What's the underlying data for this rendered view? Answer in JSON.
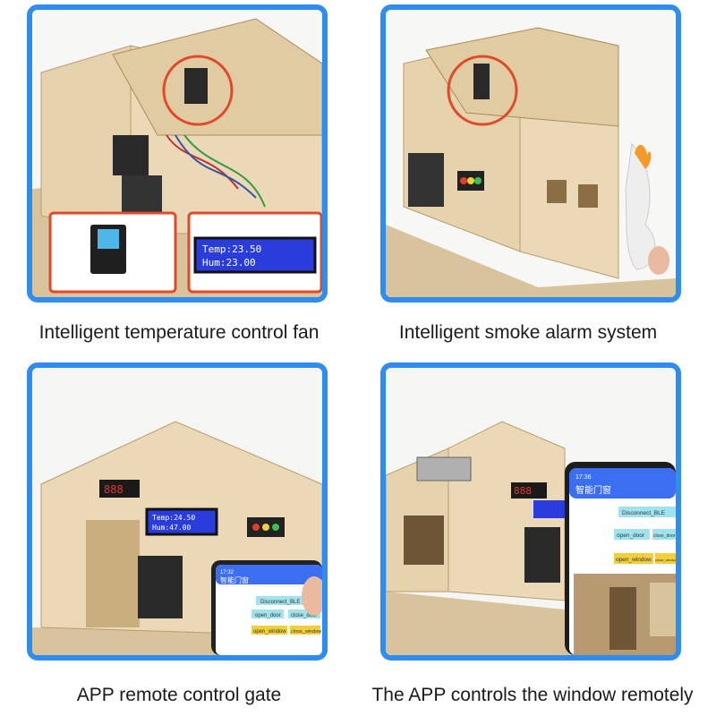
{
  "panels": [
    {
      "caption": "Intelligent temperature control fan",
      "lcd_line1": "Temp:23.50",
      "lcd_line2": "Hum:23.00"
    },
    {
      "caption": "Intelligent smoke alarm system"
    },
    {
      "caption": "APP remote control gate",
      "lcd_line1": "Temp:24.50",
      "lcd_line2": "Hum:47.00",
      "phone_time": "17:32",
      "app_title": "智能门窗",
      "btn_disconnect": "Disconnect_BLE",
      "btn_open_door": "open_door",
      "btn_close_door": "close_door",
      "btn_open_window": "open_window",
      "btn_close_window": "close_window"
    },
    {
      "caption": "The APP controls the window remotely",
      "phone_time": "17:36",
      "app_title": "智能门窗",
      "btn_disconnect": "Disconnect_BLE",
      "btn_open_door": "open_door",
      "btn_close_door": "close_door",
      "btn_open_window": "open_window",
      "btn_close_window": "close_window"
    }
  ],
  "colors": {
    "frame_blue": "#2f8df0",
    "highlight_red": "#e04a2a",
    "plywood": "#e6d2ad",
    "lcd_blue": "#2a3ddc",
    "app_blue": "#3b6ef0",
    "btn_cyan": "#9fe3ee",
    "btn_yellow": "#f2cf3a"
  }
}
